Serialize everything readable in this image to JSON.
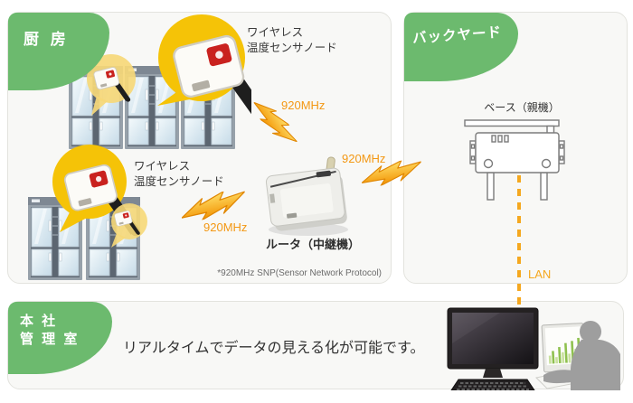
{
  "freq_label": "920MHz",
  "kitchen": {
    "badge": "厨 房",
    "wireless_sensor_label_top": {
      "line1": "ワイヤレス",
      "line2": "温度センサノード"
    },
    "wireless_sensor_label_left": {
      "line1": "ワイヤレス",
      "line2": "温度センサノード"
    },
    "router_label": "ルータ（中継機）",
    "footnote": "*920MHz SNP(Sensor Network Protocol)"
  },
  "backyard": {
    "badge": "バックヤード",
    "base_label": "ベース（親機）",
    "lan_label": "LAN"
  },
  "office": {
    "badge_line1": "本 社",
    "badge_line2": "管 理 室",
    "message": "リアルタイムでデータの見える化が可能です。"
  },
  "colors": {
    "badge_green": "#6CBA6E",
    "freq_orange": "#F39814",
    "bubble_yellow": "#F5C307",
    "bubble_yellow_light": "#F6D878",
    "lan_orange": "#F5A81F",
    "panel_bg": "#F8F8F6"
  },
  "icons": {
    "lightning_bolt_icon": "920MHz wireless link",
    "speech_bubble_icon": "sensor callout",
    "refrigerator_icon": "commercial freezer cabinet",
    "sensor_node_icon": "wireless temperature sensor node",
    "router_icon": "router relay device",
    "base_unit_icon": "base parent device",
    "lan_line_icon": "wired LAN connection",
    "workstation_icon": "monitoring PC with operator"
  }
}
